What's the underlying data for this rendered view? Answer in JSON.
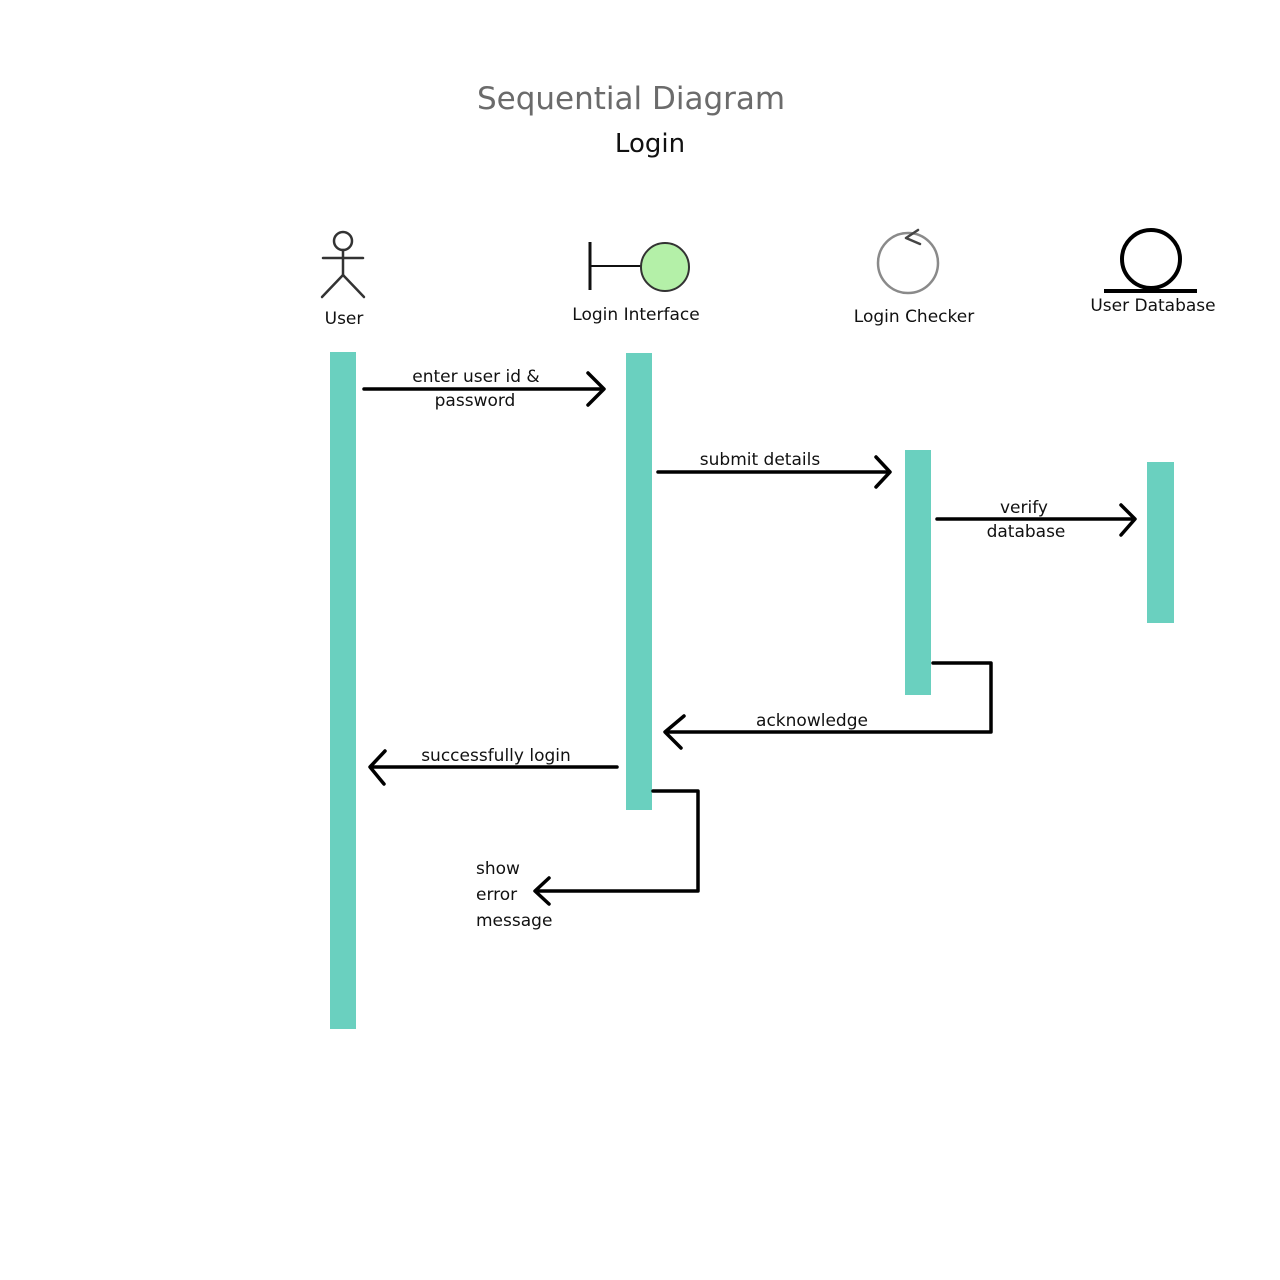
{
  "title": "Sequential Diagram",
  "subtitle": "Login",
  "participants": [
    {
      "name": "User",
      "icon": "actor-icon"
    },
    {
      "name": "Login Interface",
      "icon": "boundary-icon"
    },
    {
      "name": "Login Checker",
      "icon": "control-icon"
    },
    {
      "name": "User Database",
      "icon": "entity-icon"
    }
  ],
  "messages": [
    {
      "label_lines": [
        "enter user id &",
        "password"
      ]
    },
    {
      "label_lines": [
        "submit details"
      ]
    },
    {
      "label_lines": [
        "verify",
        "database"
      ]
    },
    {
      "label_lines": [
        "acknowledge"
      ]
    },
    {
      "label_lines": [
        "successfully login"
      ]
    },
    {
      "label_lines": [
        "show",
        "error",
        "message"
      ]
    }
  ],
  "colors": {
    "activation_bar": "#6ad0bf",
    "boundary_circle": "#b4f0a8"
  }
}
